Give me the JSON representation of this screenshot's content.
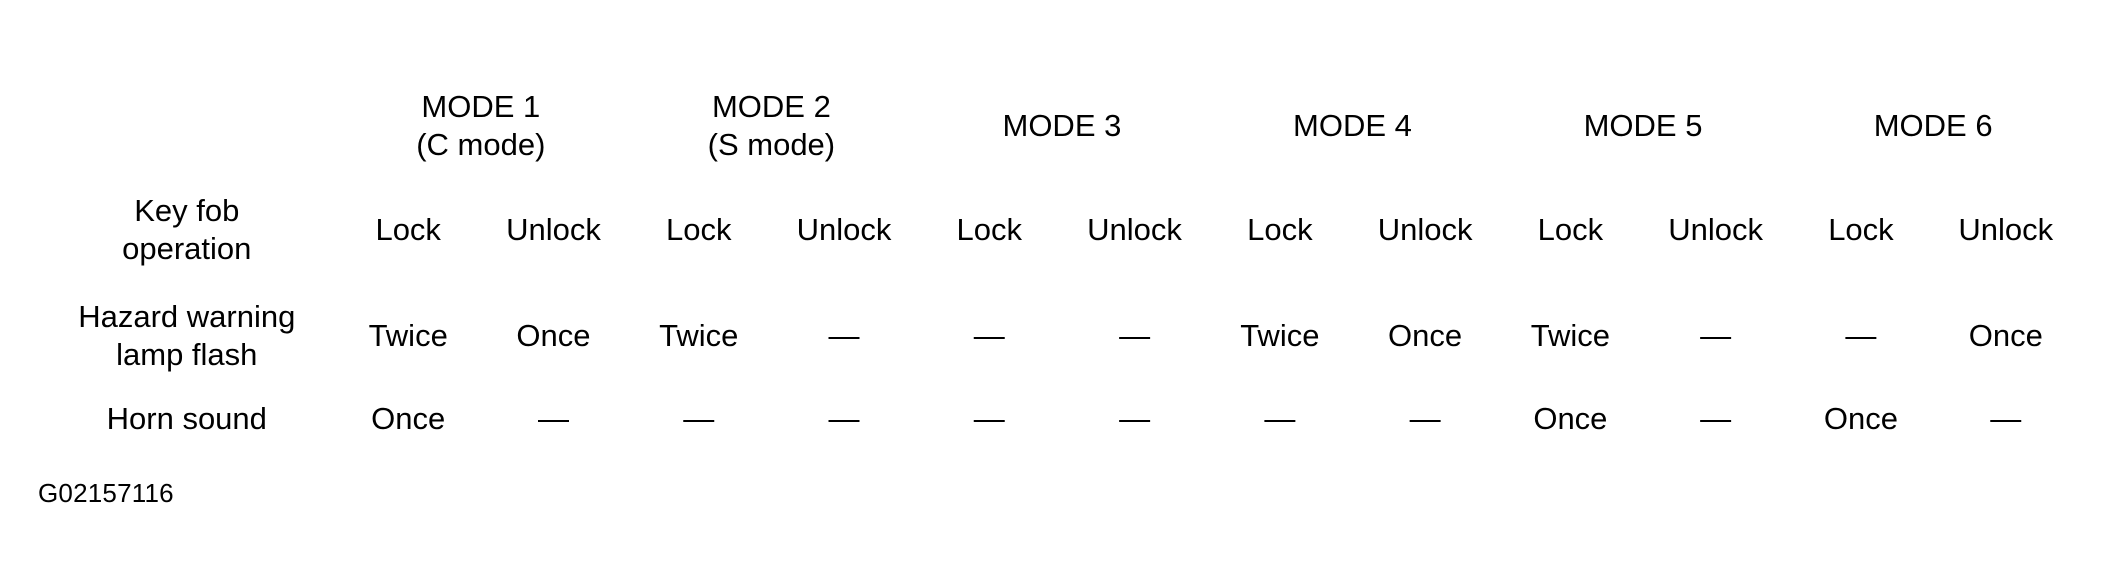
{
  "figure": {
    "caption": "G02157116"
  },
  "table": {
    "corner_label": "",
    "modes": [
      {
        "name": "MODE 1",
        "submode": "(C mode)"
      },
      {
        "name": "MODE 2",
        "submode": "(S mode)"
      },
      {
        "name": "MODE 3",
        "submode": ""
      },
      {
        "name": "MODE 4",
        "submode": ""
      },
      {
        "name": "MODE 5",
        "submode": ""
      },
      {
        "name": "MODE 6",
        "submode": ""
      }
    ],
    "rows": [
      {
        "label_line1": "Key fob",
        "label_line2": "operation",
        "values": [
          "Lock",
          "Unlock",
          "Lock",
          "Unlock",
          "Lock",
          "Unlock",
          "Lock",
          "Unlock",
          "Lock",
          "Unlock",
          "Lock",
          "Unlock"
        ]
      },
      {
        "label_line1": "Hazard warning",
        "label_line2": "lamp flash",
        "values": [
          "Twice",
          "Once",
          "Twice",
          "—",
          "—",
          "—",
          "Twice",
          "Once",
          "Twice",
          "—",
          "—",
          "Once"
        ]
      },
      {
        "label_line1": "Horn sound",
        "label_line2": "",
        "values": [
          "Once",
          "—",
          "—",
          "—",
          "—",
          "—",
          "—",
          "—",
          "Once",
          "—",
          "Once",
          "—"
        ]
      }
    ]
  }
}
